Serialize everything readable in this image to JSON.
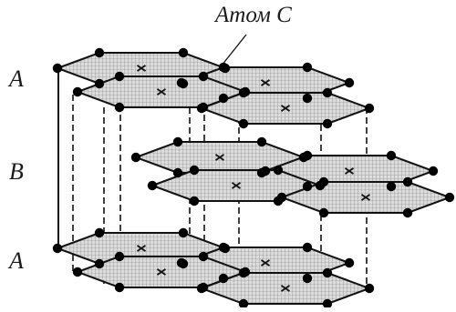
{
  "labels": {
    "layer_top": "A",
    "layer_middle": "B",
    "layer_bottom": "A",
    "atom": "Атом C"
  },
  "colors": {
    "line": "#111111",
    "hex_fill": "#d9d9d9",
    "grid": "#7a7a7a",
    "atom": "#000000"
  },
  "structure": {
    "type": "graphite layered hexagonal lattice",
    "stacking": [
      "A",
      "B",
      "A"
    ],
    "hexagons_per_layer": 4
  }
}
